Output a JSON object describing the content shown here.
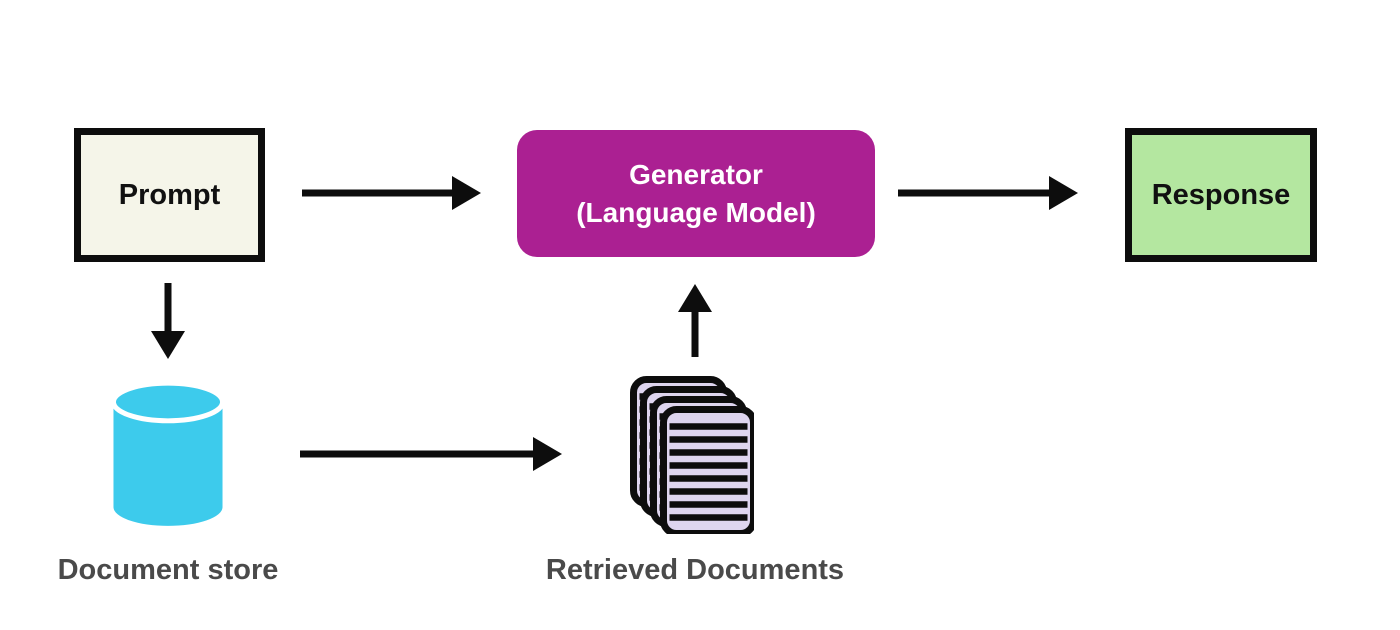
{
  "nodes": {
    "prompt": {
      "label": "Prompt"
    },
    "generator": {
      "label_line1": "Generator",
      "label_line2": "(Language Model)"
    },
    "response": {
      "label": "Response"
    }
  },
  "captions": {
    "document_store": "Document store",
    "retrieved_documents": "Retrieved Documents"
  },
  "icons": {
    "document_store": "database-cylinder-icon",
    "retrieved_documents": "document-stack-icon"
  },
  "colors": {
    "background": "#ffffff",
    "prompt_fill": "#f5f5e9",
    "prompt_border": "#0d0d0d",
    "generator_fill": "#ab2092",
    "generator_text": "#ffffff",
    "response_fill": "#b4e7a0",
    "response_border": "#0d0d0d",
    "cylinder_fill": "#3dcbec",
    "cylinder_gap": "#ffffff",
    "page_fill": "#ded5ef",
    "page_stroke": "#0d0d0d",
    "arrow": "#0d0d0d",
    "caption_text": "#4a4a4a",
    "node_text": "#111111"
  }
}
